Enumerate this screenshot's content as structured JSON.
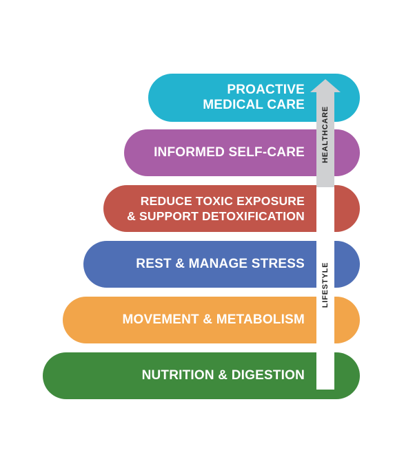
{
  "tiers": [
    {
      "id": "nutrition",
      "label": "NUTRITION & DIGESTION",
      "color": "#3f8a3d"
    },
    {
      "id": "movement",
      "label": "MOVEMENT & METABOLISM",
      "color": "#f2a54a"
    },
    {
      "id": "rest",
      "label": "REST & MANAGE STRESS",
      "color": "#4f6fb5"
    },
    {
      "id": "reduce",
      "label": "REDUCE TOXIC EXPOSURE\n& SUPPORT DETOXIFICATION",
      "color": "#c1554a"
    },
    {
      "id": "informed",
      "label": "INFORMED SELF-CARE",
      "color": "#a85ea6"
    },
    {
      "id": "proactive",
      "label": "PROACTIVE\nMEDICAL CARE",
      "color": "#23b3cf"
    }
  ],
  "arrow": {
    "lower_label": "LIFESTYLE",
    "upper_label": "HEALTHCARE",
    "lower_color": "#ffffff",
    "upper_color": "#cfd0d2"
  }
}
